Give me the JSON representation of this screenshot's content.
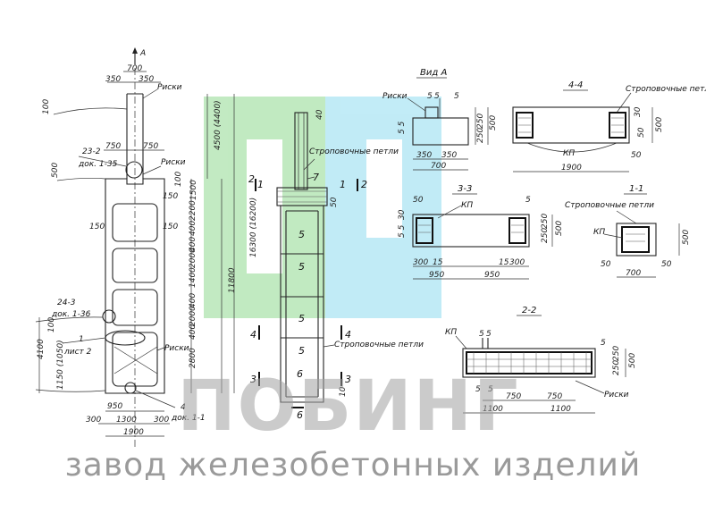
{
  "drawing": {
    "main_elevation": {
      "top_marker": "A",
      "dim_top_width": "700",
      "dim_350_left": "350",
      "dim_350_right": "350",
      "label_riski_top": "Риски",
      "dim_100_top": "100",
      "callout_23": "23-2",
      "callout_23_doc": "док. 1-35",
      "dim_750_left": "750",
      "dim_750_right": "750",
      "label_riski_mid": "Риски",
      "dim_500": "500",
      "dim_100_right": "100",
      "dim_150_a": "150",
      "dim_150_b": "150",
      "dim_150_left": "150",
      "dim_1500": "1500",
      "dim_400_a": "400",
      "dim_2200": "2200",
      "dim_400_b": "400",
      "dim_2000_a": "2000",
      "dim_1400": "1400",
      "dim_400_c": "400",
      "dim_2000_b": "2000",
      "dim_400_d": "400",
      "dim_2800": "2800",
      "dim_4500": "4500 (4400)",
      "dim_11800": "11800",
      "dim_16300": "16300 (16200)",
      "callout_24": "24-3",
      "callout_24_doc": "док. 1-36",
      "dim_100_left_low": "100",
      "callout_1": "1",
      "callout_1_sheet": "лист 2",
      "label_riski_low": "Риски",
      "dim_4100": "4100",
      "dim_1150": "1150 (1050)",
      "dim_950": "950",
      "dim_1300": "1300",
      "dim_300_left": "300",
      "dim_300_right": "300",
      "callout_4": "4",
      "callout_4_doc": "док. 1-1",
      "dim_1900": "1900"
    },
    "section_view": {
      "dim_40": "40",
      "label_loops": "Строповочные петли",
      "cut_1_left": "1",
      "cut_2_left": "2",
      "cut_1_right": "1",
      "cut_2_right": "2",
      "num_7": "7",
      "num_5a": "5",
      "num_5b": "5",
      "num_5c": "5",
      "num_5d": "5",
      "num_6a": "6",
      "num_6b": "6",
      "cut_4_left": "4",
      "cut_4_right": "4",
      "cut_3_left": "3",
      "cut_3_right": "3",
      "label_loops_low": "Строповочные петли",
      "dim_10": "10",
      "dim_50_side": "50"
    },
    "view_a": {
      "title": "Вид А",
      "label_riski": "Риски",
      "dim_5a": "5",
      "dim_5b": "5",
      "dim_5c": "5",
      "dim_55": "5 5",
      "dim_250a": "250",
      "dim_250b": "250",
      "dim_500": "500",
      "dim_350a": "350",
      "dim_350b": "350",
      "dim_700": "700"
    },
    "section_44": {
      "title": "4-4",
      "label_loops": "Строповочные петли",
      "label_kp": "КП",
      "dim_30": "30",
      "dim_500": "500",
      "dim_50a": "50",
      "dim_50b": "50",
      "dim_1900": "1900"
    },
    "section_33": {
      "title": "3-3",
      "label_kp": "КП",
      "dim_50": "50",
      "dim_30": "30",
      "dim_55": "5 5",
      "dim_5": "5",
      "dim_250a": "250",
      "dim_250b": "250",
      "dim_500": "500",
      "dim_300a": "300",
      "dim_15a": "15",
      "dim_15b": "15",
      "dim_300b": "300",
      "dim_950a": "950",
      "dim_950b": "950"
    },
    "section_11": {
      "title": "1-1",
      "label_loops": "Строповочные петли",
      "label_kp": "КП",
      "dim_500": "500",
      "dim_50a": "50",
      "dim_50b": "50",
      "dim_700": "700"
    },
    "section_22": {
      "title": "2-2",
      "label_kp": "КП",
      "dim_5a": "5",
      "dim_5b": "5",
      "dim_5c": "5",
      "dim_5d": "5",
      "dim_5e": "5",
      "dim_250a": "250",
      "dim_250b": "250",
      "dim_500": "500",
      "dim_750a": "750",
      "dim_750b": "750",
      "dim_1100a": "1100",
      "dim_1100b": "1100",
      "label_riski": "Риски"
    }
  },
  "watermark": {
    "brand": "ПОБИНГ",
    "tagline": "завод железобетонных изделий"
  },
  "colors": {
    "watermark_green": "#8fd98f",
    "watermark_blue": "#8fdcf0",
    "line": "#222222"
  }
}
